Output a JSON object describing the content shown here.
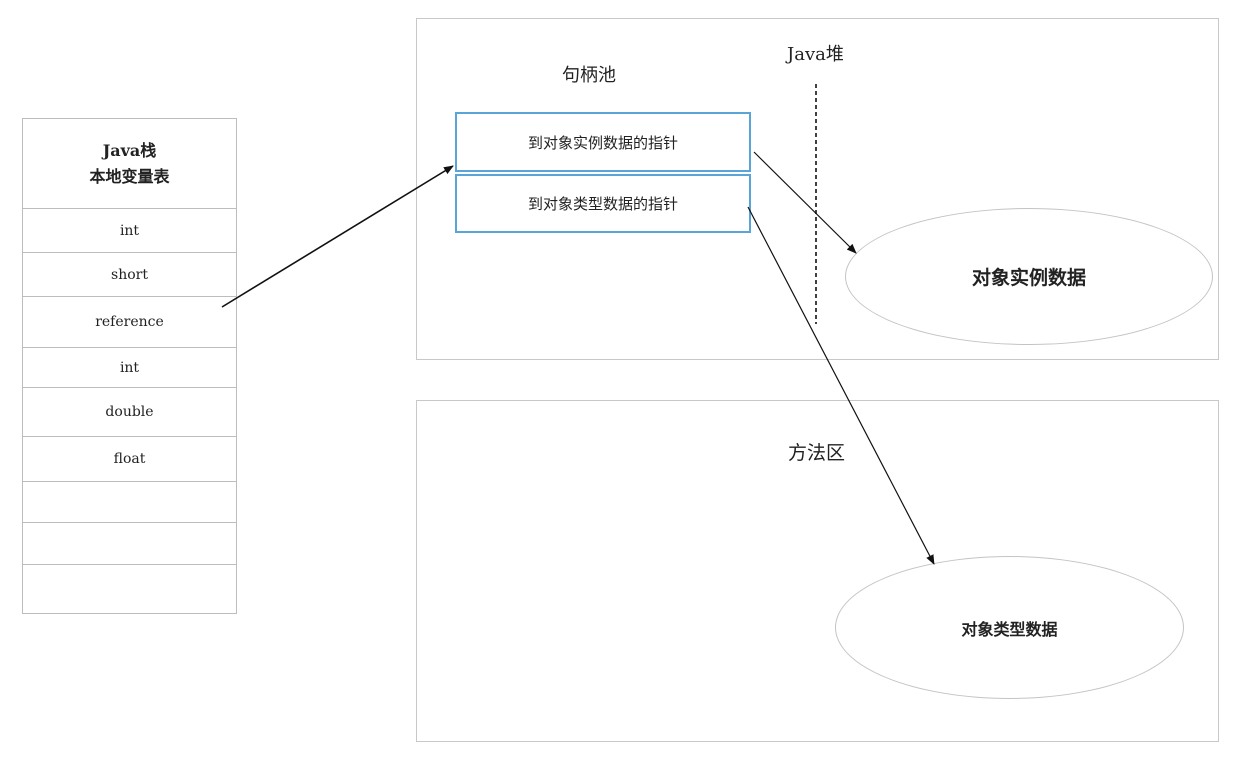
{
  "stack": {
    "title_line1": "Java栈",
    "title_line2": "本地变量表",
    "slots": [
      "int",
      "short",
      "reference",
      "int",
      "double",
      "float",
      "",
      "",
      ""
    ]
  },
  "heap": {
    "title": "Java堆",
    "handle_pool_title": "句柄池",
    "handle_instance_pointer": "到对象实例数据的指针",
    "handle_type_pointer": "到对象类型数据的指针",
    "instance_data": "对象实例数据"
  },
  "method_area": {
    "title": "方法区",
    "type_data": "对象类型数据"
  }
}
